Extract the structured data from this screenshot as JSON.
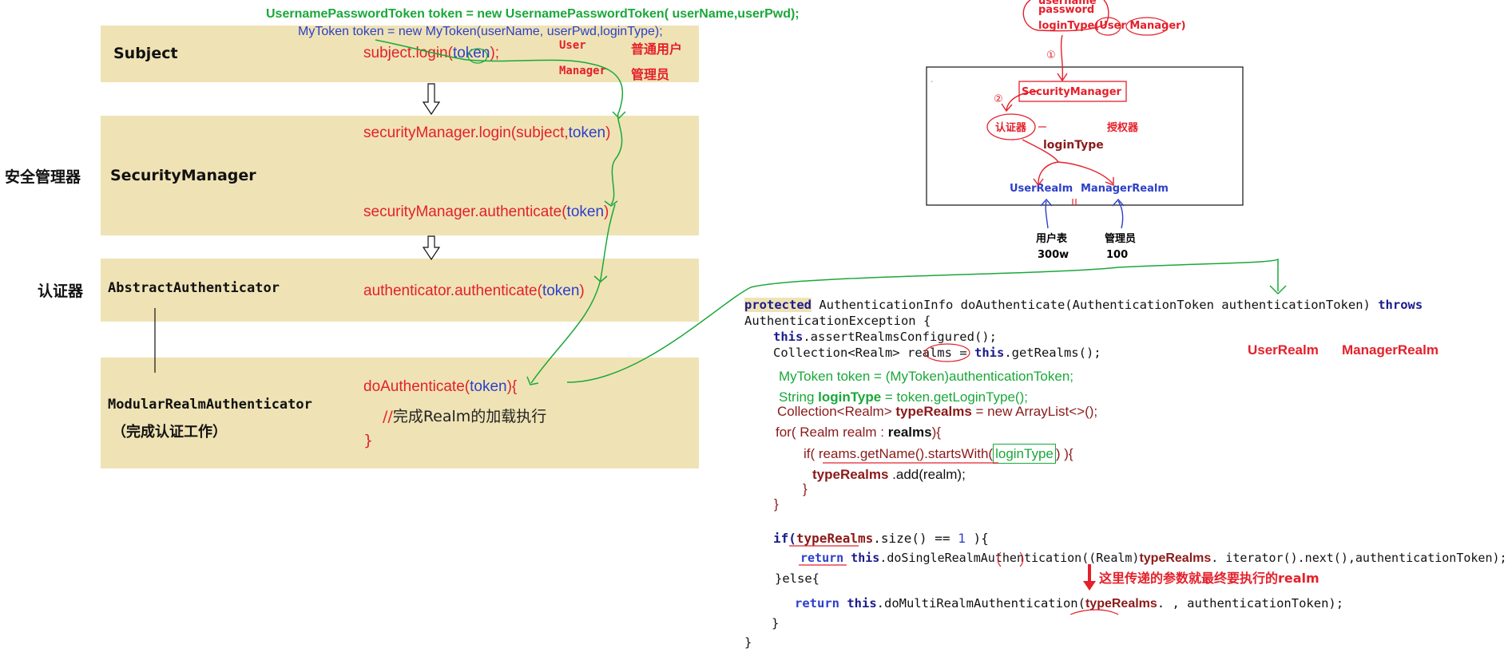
{
  "top_code": {
    "line1": "UsernamePasswordToken token = new UsernamePasswordToken( userName,userPwd);",
    "line2": "MyToken token = new MyToken(userName, userPwd,loginType);"
  },
  "side_labels": {
    "security_manager": "安全管理器",
    "authenticator": "认证器"
  },
  "bands": {
    "subject": {
      "title": "Subject",
      "call_prefix": "subject.login(",
      "call_arg": "token",
      "call_suffix": ");",
      "user_en": "User",
      "user_cn": "普通用户",
      "manager_en": "Manager",
      "manager_cn": "管理员"
    },
    "security_manager": {
      "title": "SecurityManager",
      "call1_prefix": "securityManager.login(subject,",
      "call1_arg": "token",
      "call1_suffix": ")",
      "call2_prefix": "securityManager.authenticate(",
      "call2_arg": "token",
      "call2_suffix": ")"
    },
    "abstract_authenticator": {
      "title": "AbstractAuthenticator",
      "call_prefix": "authenticator.authenticate(",
      "call_arg": "token",
      "call_suffix": ")"
    },
    "modular": {
      "title": "ModularRealmAuthenticator",
      "subtitle": "（完成认证工作）",
      "call_prefix": "doAuthenticate(",
      "call_arg": "token",
      "call_suffix": "){",
      "comment_prefix": "//",
      "comment_text": "完成Realm的加载执行",
      "close": "}"
    }
  },
  "right_diagram": {
    "top_note1": "username",
    "top_note2": "password",
    "top_note3": "loginType(User  Manager)",
    "circle1": "①",
    "circle2": "②",
    "security_manager": "SecurityManager",
    "authenticator": "认证器",
    "authorizer": "授权器",
    "login_type": "loginType",
    "user_realm": "UserRealm",
    "manager_realm": "ManagerRealm",
    "user_table": "用户表",
    "user_count": "300w",
    "manager_table": "管理员",
    "manager_count": "100"
  },
  "code_block": {
    "l1_kw": "protected",
    "l1_rest": " AuthenticationInfo doAuthenticate(AuthenticationToken authenticationToken) ",
    "l1_throws": "throws",
    "l2": "AuthenticationException {",
    "l3_kw": "this",
    "l3_rest": ".assertRealmsConfigured();",
    "l4_pre": "Collection<Realm> ",
    "l4_realms": "realms",
    "l4_mid": " = ",
    "l4_kw": "this",
    "l4_rest": ".getRealms();",
    "g1": "MyToken token = (MyToken)authenticationToken;",
    "g2_pre": "String ",
    "g2_bold": "loginType",
    "g2_rest": " = token.getLoginType();",
    "r1_pre": "Collection<Realm> ",
    "r1_bold": "typeRealms",
    "r1_rest": " = new ArrayList<>();",
    "for_pre": "for( Realm realm : ",
    "for_bold": "realms",
    "for_rest": "){",
    "if_pre": "if(  ",
    "if_mid": "reams.getName().startsWith(",
    "if_box": "loginType",
    "if_rest": ") ){",
    "add_bold": "typeRealms",
    "add_rest": " .add(realm);",
    "close1": "}",
    "close2": "}",
    "if2_kw": "if(",
    "if2_bold": "typeRealms",
    "if2_rest": ".size() == ",
    "if2_num": "1",
    "if2_end": " ){",
    "ret1_kw": "return",
    "ret1_kw2": "this",
    "ret1_pre": ".doSingleRealmAuthentication((Realm)",
    "ret1_bold": "typeRealms",
    "ret1_rest": ".  iterator().next(),authenticationToken);",
    "note": "这里传递的参数就最终要执行的realm",
    "else": "}else{",
    "ret2_kw": "return",
    "ret2_kw2": "this",
    "ret2_pre": ".doMultiRealmAuthentication(",
    "ret2_bold": "typeRealms",
    "ret2_rest": ".   , authenticationToken);",
    "close3": "}",
    "close4": "}"
  },
  "right_labels": {
    "user_realm": "UserRealm",
    "manager_realm": "ManagerRealm"
  },
  "colors": {
    "band": "#efe3b5",
    "red": "#e4202a",
    "blue": "#2d3fc8",
    "green": "#1aa83a"
  }
}
